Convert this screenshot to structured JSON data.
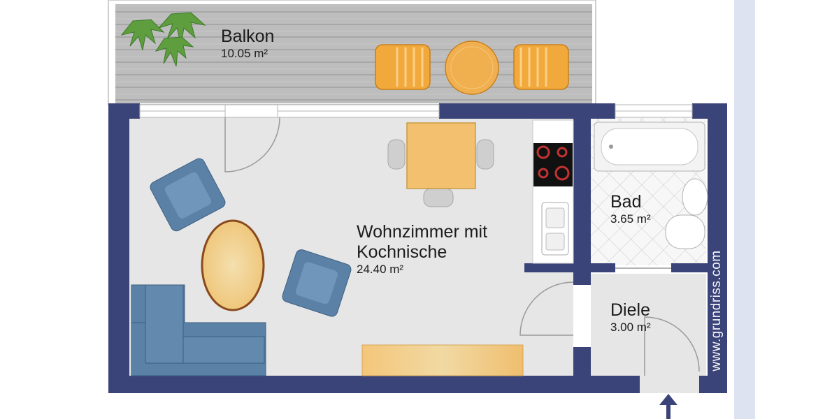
{
  "rooms": {
    "balkon": {
      "name": "Balkon",
      "area": "10.05 m²"
    },
    "wohnzimmer": {
      "name_line1": "Wohnzimmer mit",
      "name_line2": "Kochnische",
      "area": "24.40 m²"
    },
    "bad": {
      "name": "Bad",
      "area": "3.65 m²"
    },
    "diele": {
      "name": "Diele",
      "area": "3.00 m²"
    }
  },
  "watermark": "www.grundriss.com",
  "colors": {
    "wall": "#3b4478",
    "floor": "#e6e6e6",
    "deck": "#b9b9b9",
    "sofa": "#5b81a6",
    "wood": "#f1c071",
    "chair_orange": "#f2a93b",
    "tile": "#f7f7f7",
    "side_strip": "#dde3f1"
  }
}
